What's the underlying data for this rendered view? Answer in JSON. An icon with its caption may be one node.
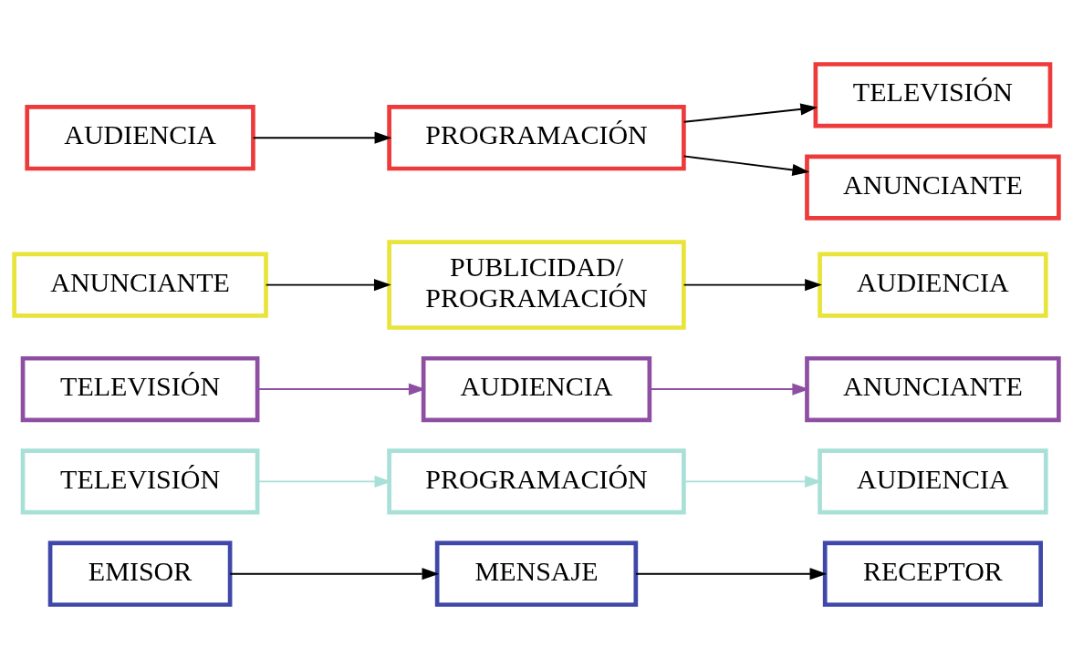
{
  "diagram": {
    "nodes": [
      {
        "text": [
          "EMISOR"
        ]
      },
      {
        "text": [
          "MENSAJE"
        ]
      },
      {
        "text": [
          "RECEPTOR"
        ]
      },
      {
        "text": [
          "TELEVISIÓN"
        ]
      },
      {
        "text": [
          "PROGRAMACIÓN"
        ]
      },
      {
        "text": [
          "AUDIENCIA"
        ]
      },
      {
        "text": [
          "TELEVISIÓN"
        ]
      },
      {
        "text": [
          "AUDIENCIA"
        ]
      },
      {
        "text": [
          "ANUNCIANTE"
        ]
      },
      {
        "text": [
          "ANUNCIANTE"
        ]
      },
      {
        "text": [
          "PUBLICIDAD/ PROGRAMACIÓN"
        ]
      },
      {
        "text": [
          "AUDIENCIA"
        ]
      },
      {
        "text": [
          "AUDIENCIA"
        ]
      },
      {
        "text": [
          "PROGRAMACIÓN"
        ]
      },
      {
        "text": [
          "TELEVISIÓN"
        ]
      },
      {
        "text": [
          "ANUNCIANTE"
        ]
      }
    ],
    "edges": [
      {
        "from": 0,
        "to": 1,
        "arrow": "to"
      },
      {
        "from": 1,
        "to": 2,
        "arrow": "to"
      },
      {
        "from": 3,
        "to": 4,
        "arrow": "to",
        "color": "#a8e0d8"
      },
      {
        "from": 4,
        "to": 5,
        "arrow": "to",
        "color": "#a8e0d8"
      },
      {
        "from": 6,
        "to": 7,
        "arrow": "to",
        "color": "#8e4fa3"
      },
      {
        "from": 7,
        "to": 8,
        "arrow": "to",
        "color": "#8e4fa3"
      },
      {
        "from": 9,
        "to": 10,
        "arrow": "to"
      },
      {
        "from": 10,
        "to": 11,
        "arrow": "to"
      },
      {
        "from": 12,
        "to": 13,
        "arrow": "to"
      },
      {
        "from": 13,
        "to": 14,
        "arrow": "to"
      },
      {
        "from": 13,
        "to": 15,
        "arrow": "to"
      }
    ]
  }
}
